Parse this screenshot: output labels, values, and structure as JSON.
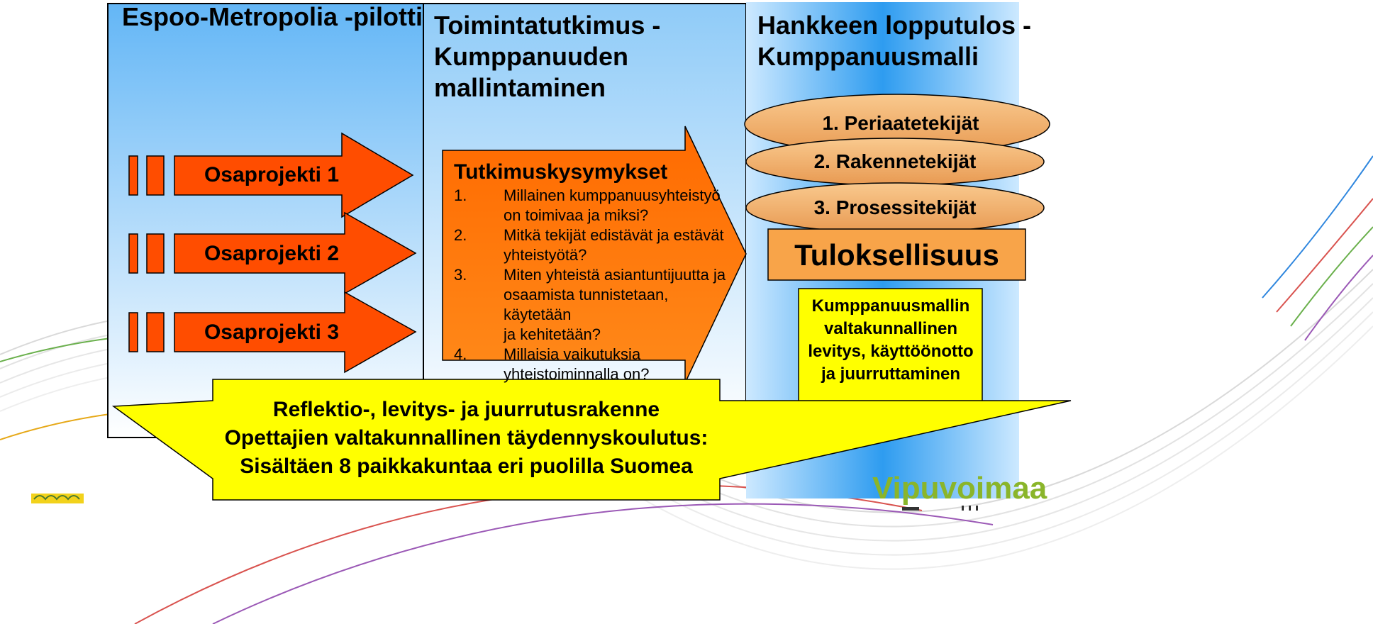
{
  "columns": {
    "left_title": "Espoo-Metropolia -pilotti",
    "middle_title_lines": [
      "Toimintatutkimus -",
      "Kumppanuuden",
      "mallintaminen"
    ],
    "right_title_lines": [
      "Hankkeen lopputulos -",
      "Kumppanuusmalli"
    ]
  },
  "subprojects": [
    "Osaprojekti 1",
    "Osaprojekti 2",
    "Osaprojekti 3"
  ],
  "research": {
    "title": "Tutkimuskysymykset",
    "questions": [
      {
        "num": "1.",
        "lines": [
          "Millainen kumppanuusyhteistyö",
          "on toimivaa ja miksi?"
        ]
      },
      {
        "num": "2.",
        "lines": [
          "Mitkä tekijät edistävät ja estävät",
          "yhteistyötä?"
        ]
      },
      {
        "num": "3.",
        "lines": [
          "Miten yhteistä asiantuntijuutta ja",
          "osaamista tunnistetaan, käytetään",
          "ja kehitetään?"
        ]
      },
      {
        "num": "4.",
        "lines": [
          "Millaisia vaikutuksia",
          "yhteistoiminnalla on?"
        ]
      }
    ]
  },
  "factors": [
    "1. Periaatetekijät",
    "2. Rakennetekijät",
    "3. Prosessitekijät"
  ],
  "result": "Tuloksellisuus",
  "dissemination_lines": [
    "Kumppanuusmallin",
    "valtakunnallinen",
    "levitys, käyttöönotto",
    "ja juurruttaminen"
  ],
  "bottom_lines": [
    "Reflektio-,  levitys- ja juurrutusrakenne",
    "Opettajien valtakunnallinen täydennyskoulutus:",
    "Sisältäen 8 paikkakuntaa eri puolilla Suomea"
  ],
  "logo_text": "Vipuvoimaa",
  "colors": {
    "blue_light": "#cfe8ff",
    "blue_mid": "#88c4f8",
    "blue_deep": "#4aa8f0",
    "arrow_red": "#ff4d00",
    "arrow_orange": "#ff7a00",
    "ellipse": "#f4b770",
    "result_box": "#f8a449",
    "yellow": "#ffff00",
    "logo_green": "#8ab52a"
  }
}
